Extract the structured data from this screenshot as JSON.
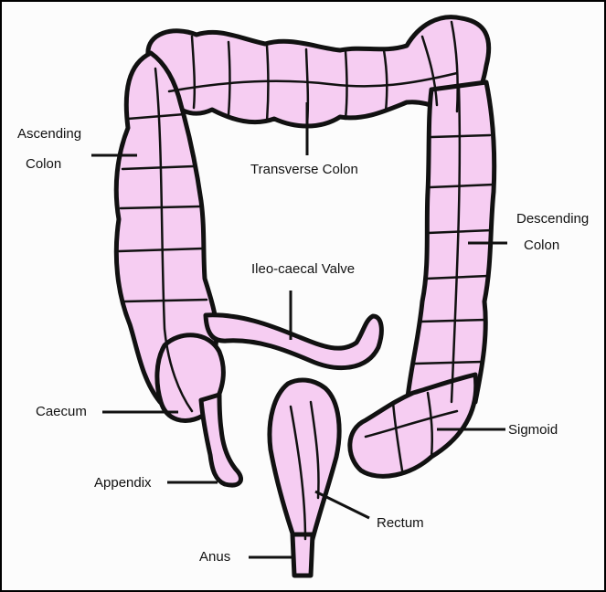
{
  "diagram": {
    "colors": {
      "fill": "#f6cdf2",
      "outline": "#111111",
      "background": "#fcfcfc"
    },
    "labels": {
      "ascending_colon_line1": "Ascending",
      "ascending_colon_line2": "Colon",
      "transverse_colon": "Transverse Colon",
      "descending_colon_line1": "Descending",
      "descending_colon_line2": "Colon",
      "ileo_caecal_valve": "Ileo-caecal Valve",
      "caecum": "Caecum",
      "sigmoid": "Sigmoid",
      "appendix": "Appendix",
      "rectum": "Rectum",
      "anus": "Anus"
    }
  }
}
